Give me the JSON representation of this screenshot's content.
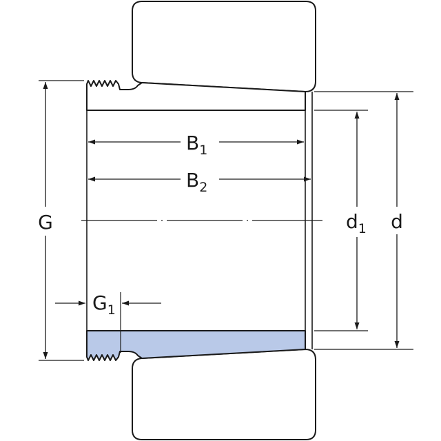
{
  "labels": {
    "b1": {
      "main": "B",
      "sub": "1"
    },
    "b2": {
      "main": "B",
      "sub": "2"
    },
    "g": {
      "main": "G"
    },
    "g1": {
      "main": "G",
      "sub": "1"
    },
    "d1": {
      "main": "d",
      "sub": "1"
    },
    "d": {
      "main": "d"
    }
  },
  "colors": {
    "line": "#1a1a1a",
    "highlight_fill": "#b9c9e8",
    "background": "#ffffff"
  }
}
